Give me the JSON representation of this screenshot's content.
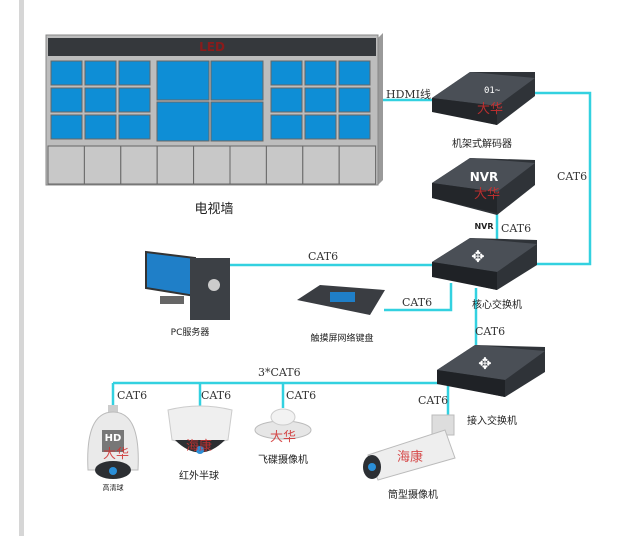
{
  "colors": {
    "cable": "#33d1e0",
    "screen": "#0e8ed6",
    "device": "#3b3f45",
    "brand": "#d23030"
  },
  "video_wall": {
    "led": "LED",
    "label": "电视墙"
  },
  "decoder": {
    "label": "机架式解码器",
    "brand": "大华",
    "icon": "binary-wave-icon"
  },
  "nvr": {
    "screen_text": "NVR",
    "label": "NVR",
    "brand": "大华"
  },
  "core_switch": {
    "label": "核心交换机",
    "icon": "switch-arrows-icon"
  },
  "access_switch": {
    "label": "接入交换机",
    "icon": "switch-arrows-icon"
  },
  "pc": {
    "label": "PC服务器"
  },
  "keyboard": {
    "label": "触摸屏网络键盘"
  },
  "cameras": [
    {
      "label": "高清球",
      "brand": "大华",
      "badge": "HD"
    },
    {
      "label": "红外半球",
      "brand": "海康"
    },
    {
      "label": "飞碟摄像机",
      "brand": "大华"
    },
    {
      "label": "筒型摄像机",
      "brand": "海康"
    }
  ],
  "cables": {
    "hdmi": "HDMI线",
    "decoder_core": "CAT6",
    "nvr_core": "CAT6",
    "pc_core": "CAT6",
    "keyboard_core": "CAT6",
    "core_access": "CAT6",
    "bus": "3*CAT6",
    "cam1": "CAT6",
    "cam2": "CAT6",
    "cam3": "CAT6",
    "cam4": "CAT6"
  }
}
